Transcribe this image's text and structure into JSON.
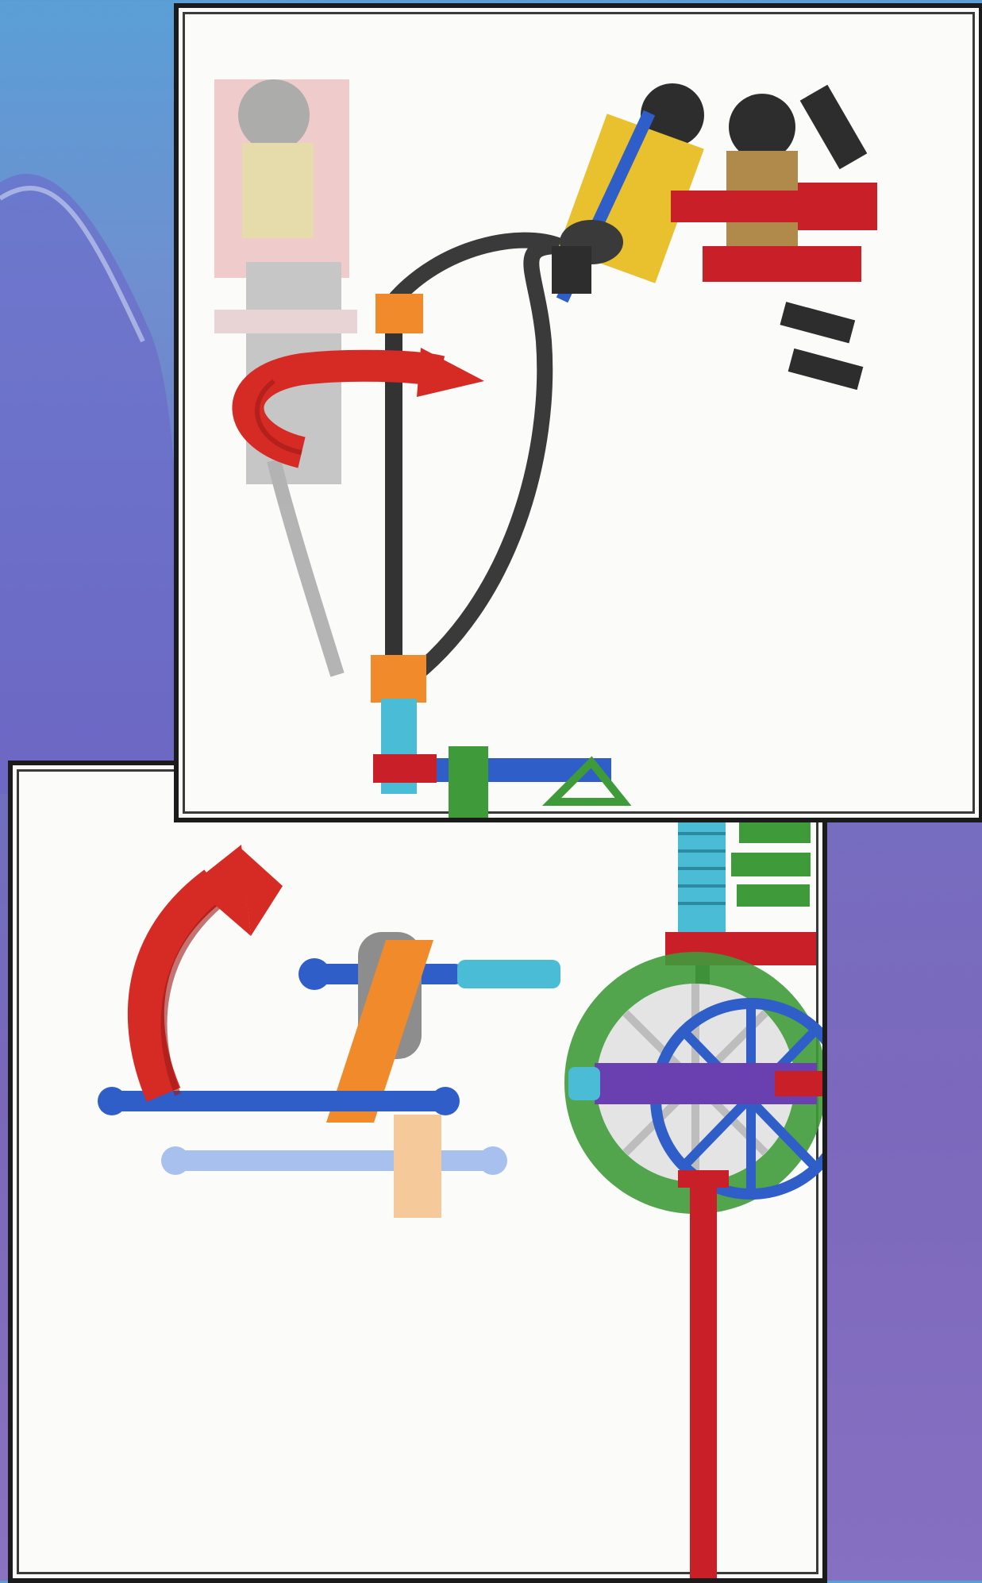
{
  "page": {
    "kind": "assembly-instruction-illustration",
    "background_colors": [
      "#5a9fd6",
      "#6d71c0",
      "#8a73c0"
    ],
    "panel_border_color": "#1b1b1b",
    "panel_fill_color": "#fbfbfa"
  },
  "panels": [
    {
      "id": "top",
      "arrow_icon": "rotate-counterclockwise-arrow-icon",
      "arrow_color": "#d62a24"
    },
    {
      "id": "bottom",
      "arrow_icon": "curved-up-arrow-icon",
      "arrow_color": "#d62a24"
    }
  ],
  "colors": {
    "rod_black": "#333333",
    "rod_gray": "#8a8a8a",
    "connector_orange": "#f08a2a",
    "connector_red": "#c81f28",
    "connector_green": "#3f9a3a",
    "connector_blue": "#2f5ec8",
    "connector_white": "#e4e4e4",
    "spacer_cyan": "#4bbcd6",
    "rod_purple": "#6a3fb0",
    "figure_tan": "#b08a4a"
  }
}
